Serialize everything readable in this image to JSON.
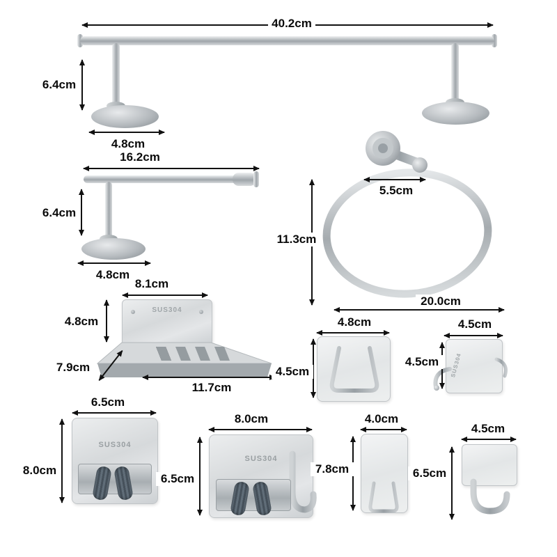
{
  "image_type": "product-dimensions-diagram",
  "colors": {
    "background": "#ffffff",
    "text": "#0a0a0a",
    "steel_light": "#eceeef",
    "steel_mid": "#a8aeb2",
    "steel_dark": "#848b90",
    "roller_gray": "#5a6772"
  },
  "products": {
    "towel_bar": {
      "width": "40.2cm",
      "height": "6.4cm",
      "base": "4.8cm"
    },
    "paper_holder": {
      "width": "16.2cm",
      "height": "6.4cm",
      "base": "4.8cm"
    },
    "towel_ring": {
      "mount": "5.5cm",
      "height": "11.3cm",
      "width": "20.0cm"
    },
    "soap_dish": {
      "top_width": "8.1cm",
      "height": "4.8cm",
      "depth": "7.9cm",
      "bottom_width": "11.7cm",
      "brand": "SUS304"
    },
    "wire_hook": {
      "width": "4.8cm",
      "height": "4.5cm"
    },
    "corner_hook": {
      "width": "4.5cm",
      "height": "4.5cm",
      "brand": "SUS304"
    },
    "mop_holder_1": {
      "width": "6.5cm",
      "height": "8.0cm",
      "brand": "SUS304"
    },
    "mop_holder_2": {
      "width": "8.0cm",
      "height": "6.5cm",
      "brand": "SUS304"
    },
    "narrow_hook": {
      "width": "4.0cm",
      "height": "7.8cm"
    },
    "razor_hook": {
      "width": "4.5cm",
      "height": "6.5cm"
    }
  }
}
